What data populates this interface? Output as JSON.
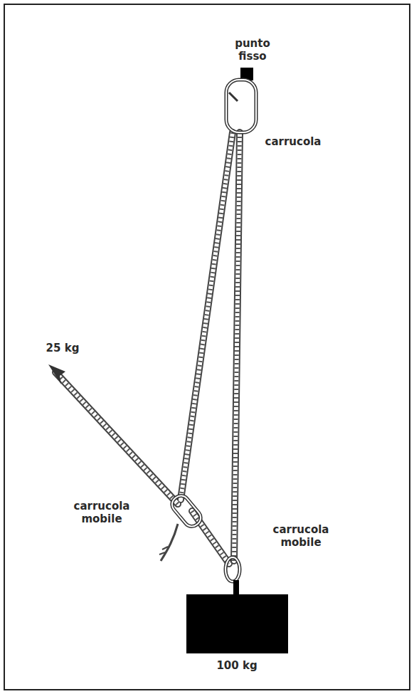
{
  "diagram": {
    "labels": [
      "punto fisso",
      "carrucola",
      "25 kg",
      "carrucola mobile",
      "carrucola mobile",
      "100 kg"
    ]
  }
}
